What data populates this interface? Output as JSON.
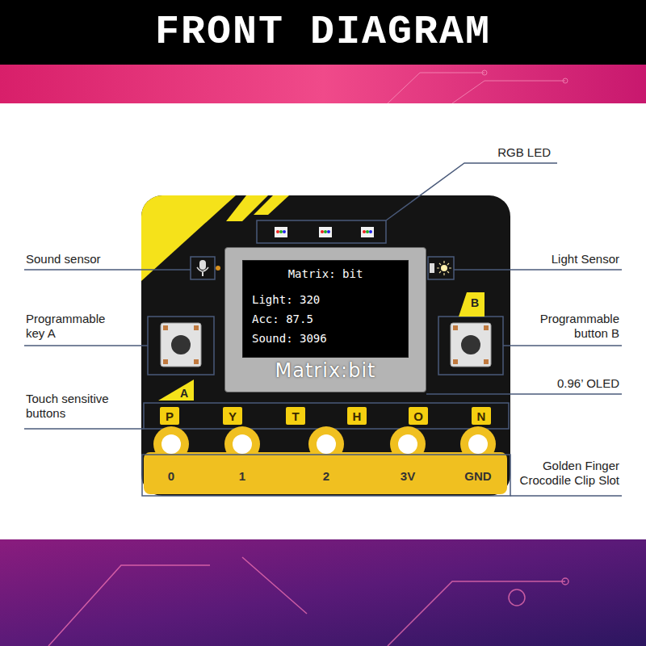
{
  "diagram": {
    "title": "FRONT DIAGRAM",
    "nodes": [
      {
        "text": [
          "Matrix:bit"
        ]
      },
      {
        "text": [
          "Matrix: bit",
          "Light: 320",
          "Acc: 87.5",
          "Sound: 3096"
        ],
        "in": 0
      },
      {
        "text": [
          "P"
        ]
      },
      {
        "text": [
          "Y"
        ]
      },
      {
        "text": [
          "T"
        ]
      },
      {
        "text": [
          "H"
        ]
      },
      {
        "text": [
          "O"
        ]
      },
      {
        "text": [
          "N"
        ]
      }
    ],
    "labels": [
      "RGB LED",
      "Sound sensor",
      "Light Sensor",
      "Programmable key A",
      "Programmable button B",
      "B",
      "A",
      "0.96’ OLED",
      "Touch sensitive buttons",
      "0",
      "1",
      "2",
      "3V",
      "GND",
      "Golden Finger Crocodile Clip Slot"
    ]
  }
}
